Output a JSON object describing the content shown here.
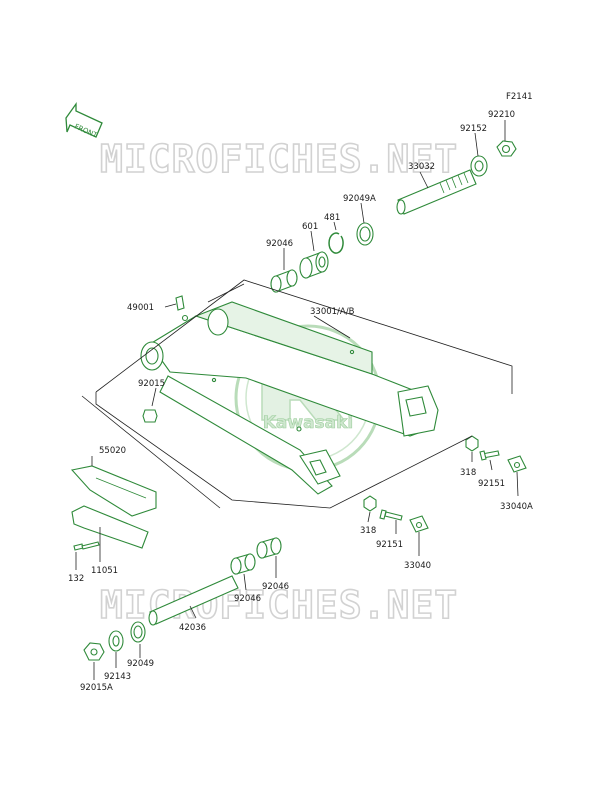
{
  "figure_code": "F2141",
  "front_arrow_label": "FRONT",
  "watermark_top": "MICROFICHES.NET",
  "watermark_bottom": "MICROFICHES.NET",
  "logo_text": "Kawasaki",
  "colors": {
    "part_outline": "#2f8a3a",
    "leader_line": "#222222",
    "watermark": "#d2d2d2"
  },
  "labels": {
    "p92210": "92210",
    "p92152": "92152",
    "p33032": "33032",
    "p92049a": "92049A",
    "p481": "481",
    "p601": "601",
    "p92046_top": "92046",
    "p49001": "49001",
    "p33001": "33001/A/B",
    "p92015": "92015",
    "p318_right": "318",
    "p92151_right": "92151",
    "p33040a": "33040A",
    "p55020": "55020",
    "p318_mid": "318",
    "p92151_mid": "92151",
    "p33040": "33040",
    "p132": "132",
    "p11051": "11051",
    "p92046_mid": "92046",
    "p92046_low": "92046",
    "p42036": "42036",
    "p92049": "92049",
    "p92143": "92143",
    "p92015a": "92015A"
  }
}
